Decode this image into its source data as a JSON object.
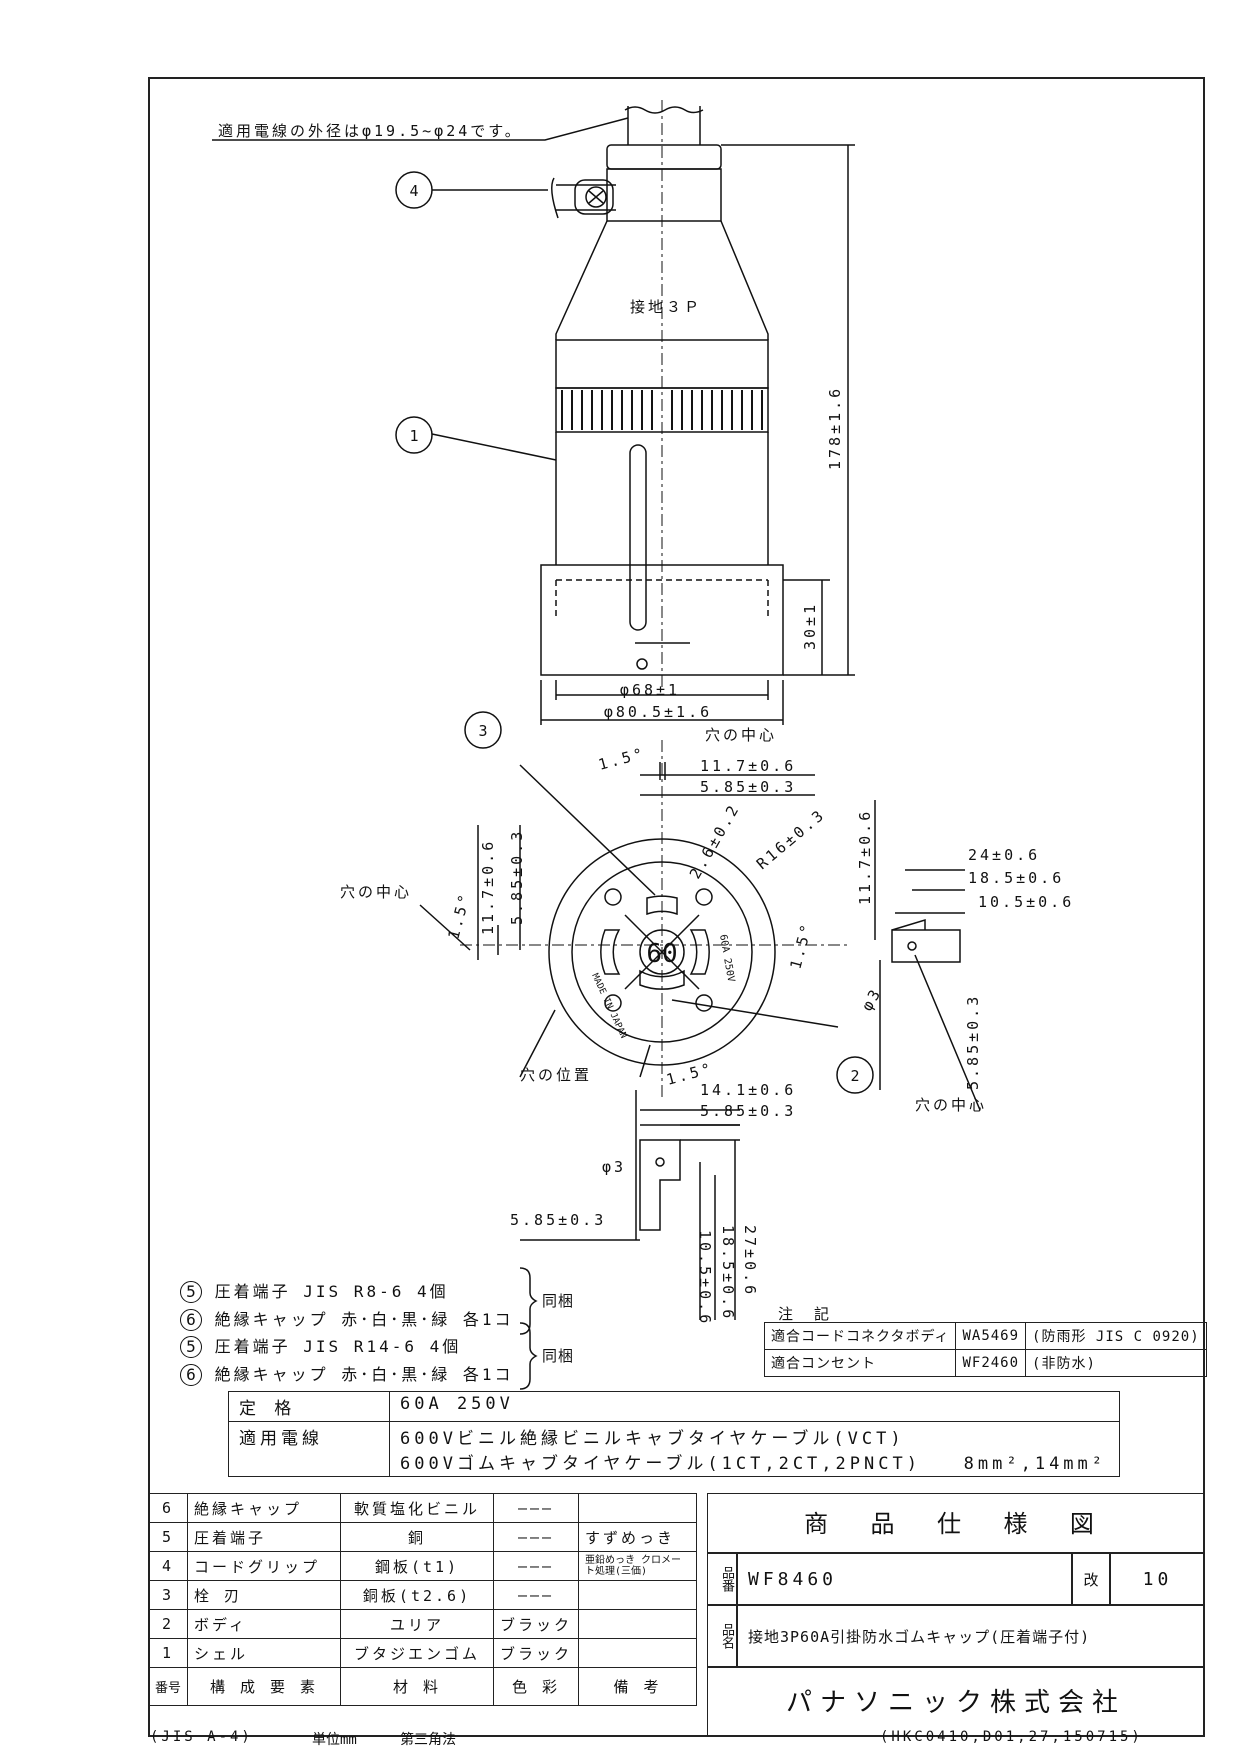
{
  "wire_note": "適用電線の外径はφ19.5~φ24です。",
  "balloons": [
    "1",
    "2",
    "3",
    "4"
  ],
  "body_labels": {
    "ground_3p": "接地３Ｐ",
    "face_number": "60",
    "rating_mark": "60A 250V",
    "made_in": "MADE IN JAPAN"
  },
  "dimensions": {
    "height": "178±1.6",
    "band": "30±1",
    "dia_inner": "φ68±1",
    "dia_outer": "φ80.5±1.6",
    "hole_center": "穴の中心",
    "hole_position": "穴の位置",
    "angle": "1.5°",
    "d_11_7": "11.7±0.6",
    "d_5_85": "5.85±0.3",
    "d_2_6": "2.6±0.2",
    "r16": "R16±0.3",
    "d_24": "24±0.6",
    "d_18_5": "18.5±0.6",
    "d_10_5": "10.5±0.6",
    "phi3": "φ3",
    "d_14_1": "14.1±0.6",
    "d_27": "27±0.6"
  },
  "accessories": [
    {
      "num": "5",
      "text": "圧着端子 JIS R8-6 4個"
    },
    {
      "num": "6",
      "text": "絶縁キャップ 赤･白･黒･緑 各1コ"
    },
    {
      "num": "5",
      "text": "圧着端子 JIS R14-6 4個"
    },
    {
      "num": "6",
      "text": "絶縁キャップ 赤･白･黒･緑 各1コ"
    }
  ],
  "bundled": "同梱",
  "notes": {
    "title": "注 記",
    "rows": [
      {
        "label": "適合コードコネクタボディ",
        "value": "WA5469",
        "extra": "(防雨形 JIS C 0920)"
      },
      {
        "label": "適合コンセント",
        "value": "WF2460",
        "extra": "(非防水)"
      }
    ]
  },
  "rating": {
    "label1": "定 格",
    "value1": "60A 250V",
    "label2": "適用電線",
    "value2a": "600Vビニル絶縁ビニルキャブタイヤケーブル(VCT)",
    "value2b": "600Vゴムキャブタイヤケーブル(1CT,2CT,2PNCT)",
    "value2c": "8mm²,14mm²"
  },
  "parts": [
    {
      "no": "6",
      "name": "絶縁キャップ",
      "material": "軟質塩化ビニル",
      "color": "———",
      "note": ""
    },
    {
      "no": "5",
      "name": "圧着端子",
      "material": "銅",
      "color": "———",
      "note": "すずめっき"
    },
    {
      "no": "4",
      "name": "コードグリップ",
      "material": "鋼板(t1)",
      "color": "———",
      "note": "亜鉛めっき クロメート処理(三価)"
    },
    {
      "no": "3",
      "name": "栓 刃",
      "material": "銅板(t2.6)",
      "color": "———",
      "note": ""
    },
    {
      "no": "2",
      "name": "ボディ",
      "material": "ユリア",
      "color": "ブラック",
      "note": ""
    },
    {
      "no": "1",
      "name": "シェル",
      "material": "ブタジエンゴム",
      "color": "ブラック",
      "note": ""
    }
  ],
  "parts_header": {
    "no": "番号",
    "name": "構 成 要 素",
    "material": "材 料",
    "color": "色 彩",
    "note": "備 考"
  },
  "title_block": {
    "heading": "商 品 仕 様 図",
    "hinban_label": "品番",
    "hinban": "WF8460",
    "kai_label": "改",
    "kai": "10",
    "hinmei_label": "品名",
    "hinmei": "接地3P60A引掛防水ゴムキャップ(圧着端子付)",
    "company": "パナソニック株式会社"
  },
  "footer": {
    "paper": "(JIS A-4)",
    "unit": "単位mm",
    "projection": "第三角法",
    "code": "(HKC0410,D01,27,150715)"
  }
}
